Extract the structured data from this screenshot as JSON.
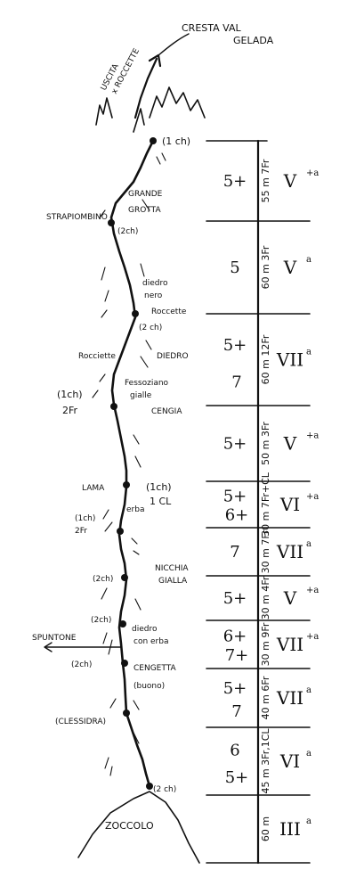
{
  "top_labels": {
    "cresta_line1": "CRESTA VAL",
    "cresta_line2": "GELADA",
    "uscita_line1": "USCITA",
    "uscita_line2": "x ROCCETTE"
  },
  "base_label": "ZOCCOLO",
  "route_notes": [
    {
      "id": "n1",
      "text": "(1 ch)"
    },
    {
      "id": "n2",
      "text": "GRANDE"
    },
    {
      "id": "n3",
      "text": "GROTTA"
    },
    {
      "id": "n4",
      "text": "STRAPIOMBINO"
    },
    {
      "id": "n5",
      "text": "(2ch)"
    },
    {
      "id": "n6",
      "text": "diedro"
    },
    {
      "id": "n7",
      "text": "nero"
    },
    {
      "id": "n8",
      "text": "Roccette"
    },
    {
      "id": "n9",
      "text": "(2 ch)"
    },
    {
      "id": "n10",
      "text": "DIEDRO"
    },
    {
      "id": "n11",
      "text": "Rocciette"
    },
    {
      "id": "n12",
      "text": "Fessoziano"
    },
    {
      "id": "n13",
      "text": "gialle"
    },
    {
      "id": "n14",
      "text": "(1ch)"
    },
    {
      "id": "n15",
      "text": "2Fr"
    },
    {
      "id": "n16",
      "text": "CENGIA"
    },
    {
      "id": "n17",
      "text": "LAMA"
    },
    {
      "id": "n18",
      "text": "(1ch)"
    },
    {
      "id": "n19",
      "text": "1 CL"
    },
    {
      "id": "n20",
      "text": "erba"
    },
    {
      "id": "n21",
      "text": "(1ch)"
    },
    {
      "id": "n22",
      "text": "2Fr"
    },
    {
      "id": "n23",
      "text": "NICCHIA"
    },
    {
      "id": "n24",
      "text": "GIALLA"
    },
    {
      "id": "n25",
      "text": "(2ch)"
    },
    {
      "id": "n26",
      "text": "(2ch)"
    },
    {
      "id": "n27",
      "text": "diedro"
    },
    {
      "id": "n28",
      "text": "con erba"
    },
    {
      "id": "n29",
      "text": "SPUNTONE"
    },
    {
      "id": "n30",
      "text": "(2ch)"
    },
    {
      "id": "n31",
      "text": "CENGETTA"
    },
    {
      "id": "n32",
      "text": "(buono)"
    },
    {
      "id": "n33",
      "text": "(CLESSIDRA)"
    },
    {
      "id": "n34",
      "text": "(2 ch)"
    }
  ],
  "pitches": [
    {
      "grades": [
        "5+"
      ],
      "length": "55 m",
      "pro": "7Fr",
      "uiaa": "V",
      "sup": "+a"
    },
    {
      "grades": [
        "5"
      ],
      "length": "60 m",
      "pro": "3Fr",
      "uiaa": "V",
      "sup": "a"
    },
    {
      "grades": [
        "5+",
        "7"
      ],
      "length": "60 m",
      "pro": "12Fr",
      "uiaa": "VII",
      "sup": "a"
    },
    {
      "grades": [
        "5+"
      ],
      "length": "50 m",
      "pro": "3Fr",
      "uiaa": "V",
      "sup": "+a"
    },
    {
      "grades": [
        "5+",
        "6+"
      ],
      "length": "30 m",
      "pro": "7Fr+CL",
      "uiaa": "VI",
      "sup": "+a"
    },
    {
      "grades": [
        "7"
      ],
      "length": "30 m",
      "pro": "7Fr",
      "uiaa": "VII",
      "sup": "a"
    },
    {
      "grades": [
        "5+"
      ],
      "length": "30 m",
      "pro": "4Fr",
      "uiaa": "V",
      "sup": "+a"
    },
    {
      "grades": [
        "6+",
        "7+"
      ],
      "length": "30 m",
      "pro": "9Fr",
      "uiaa": "VII",
      "sup": "+a"
    },
    {
      "grades": [
        "5+",
        "7"
      ],
      "length": "40 m",
      "pro": "6Fr",
      "uiaa": "VII",
      "sup": "a"
    },
    {
      "grades": [
        "6",
        "5+"
      ],
      "length": "45 m",
      "pro": "3Fr,1CL",
      "uiaa": "VI",
      "sup": "a"
    },
    {
      "grades": [],
      "length": "60 m",
      "pro": "",
      "uiaa": "III",
      "sup": "a"
    }
  ]
}
